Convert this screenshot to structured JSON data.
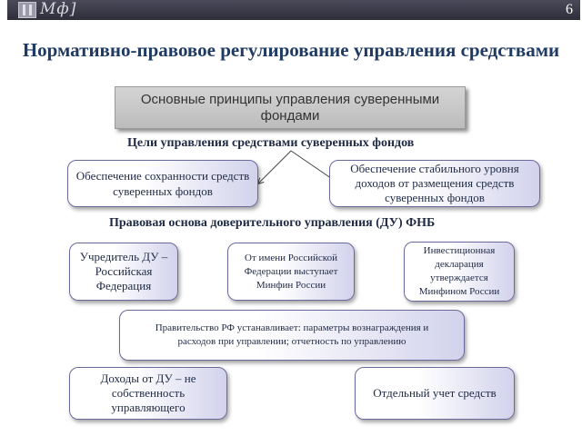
{
  "header": {
    "brand": "Мф]",
    "page_number": "6"
  },
  "title": "Нормативно-правовое регулирование управления средствами",
  "principles_box": "Основные принципы управления суверенными фондами",
  "goals": {
    "heading": "Цели управления средствами суверенных фондов",
    "items": [
      "Обеспечение сохранности средств суверенных фондов",
      "Обеспечение стабильного уровня доходов от размещения средств суверенных фондов"
    ]
  },
  "legal_basis": {
    "heading": "Правовая основа доверительного управления (ДУ) ФНБ",
    "items": [
      "Учредитель ДУ – Российская Федерация",
      "От имени Российской Федерации выступает Минфин России",
      "Инвестиционная декларация утверждается Минфином России",
      "Правительство РФ устанавливает: параметры вознаграждения и расходов при управлении; отчетность по управлению",
      "Доходы от ДУ – не собственность управляющего",
      "Отдельный учет средств"
    ]
  },
  "colors": {
    "header_bar": "#3a3a48",
    "title": "#1f3b63",
    "node_border": "#6a6a9a",
    "node_gradient_end": "#d2d2ec",
    "principles_fill": "#c8c8c8"
  }
}
